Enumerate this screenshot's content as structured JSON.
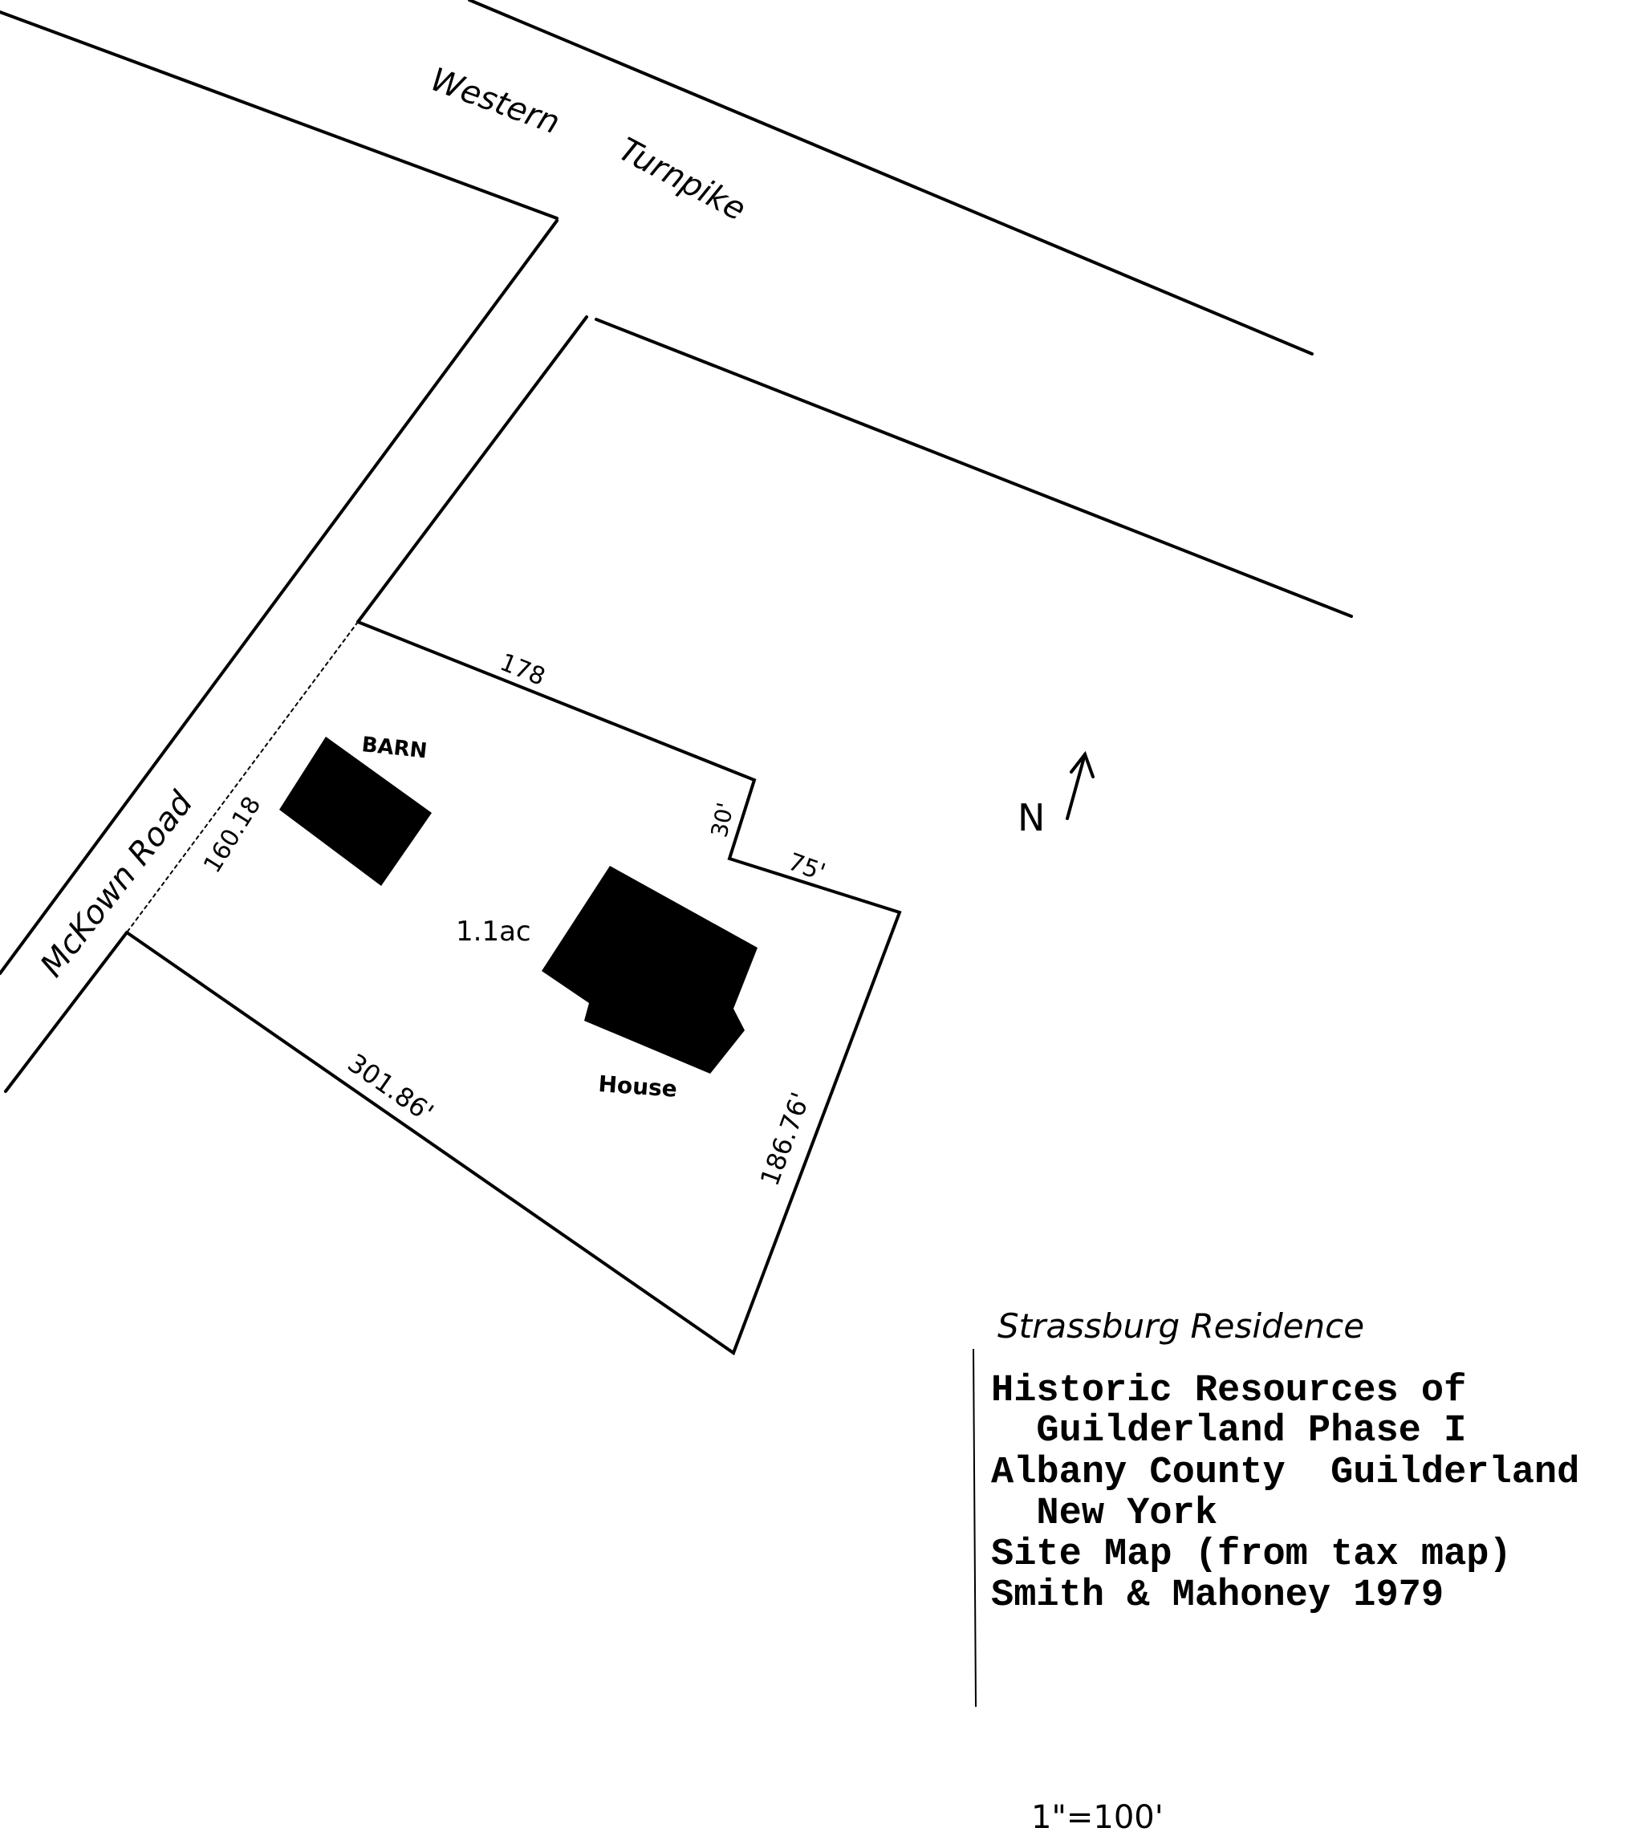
{
  "map": {
    "roads": {
      "north": "Western",
      "north2": "Turnpike",
      "west": "McKown Road"
    },
    "dimensions": {
      "north_line": "178",
      "jog": "30'",
      "east_top": "75'",
      "west_line": "160.18",
      "south_line": "301.86'",
      "east_line": "186.76'"
    },
    "area": "1.1ac",
    "buildings": {
      "barn": "BARN",
      "house": "House"
    },
    "north_arrow": "N"
  },
  "caption": {
    "title": "Strassburg Residence",
    "lines": [
      "Historic Resources of",
      "  Guilderland Phase I",
      "Albany County  Guilderland",
      "  New York",
      "Site Map (from tax map)",
      "Smith & Mahoney 1979"
    ],
    "scale": "1\"=100'"
  }
}
